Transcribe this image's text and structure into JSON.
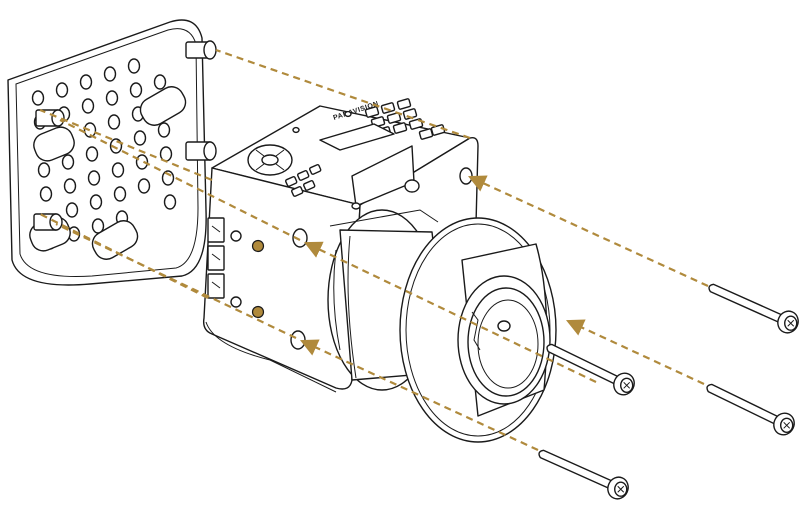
{
  "colors": {
    "background": "#ffffff",
    "outline": "#1a1a1a",
    "guide_arrow": "#b08a3c",
    "brass_hole": "#b08a3c"
  },
  "camera": {
    "brand_label": "PANAVISION"
  },
  "icons": {
    "mounting_plate": "perforated-mounting-plate",
    "camera_body": "cinema-camera-body",
    "lens_mount": "lens-mount-ring",
    "screw": "socket-head-screw",
    "guide": "dashed-arrow"
  }
}
